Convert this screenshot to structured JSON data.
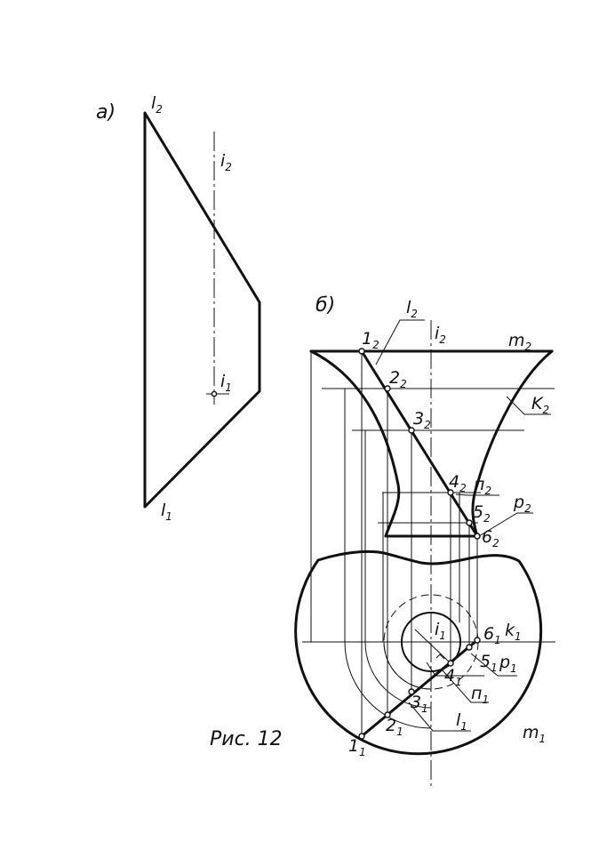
{
  "panel_a": {
    "label": "а)",
    "labels": {
      "l2": {
        "base": "l",
        "sub": "2"
      },
      "l1": {
        "base": "l",
        "sub": "1"
      },
      "i2": {
        "base": "i",
        "sub": "2"
      },
      "i1": {
        "base": "i",
        "sub": "1"
      }
    }
  },
  "panel_b": {
    "label": "б)",
    "labels": {
      "l2": {
        "base": "l",
        "sub": "2"
      },
      "i2": {
        "base": "i",
        "sub": "2"
      },
      "m2": {
        "base": "m",
        "sub": "2"
      },
      "K2": {
        "base": "K",
        "sub": "2"
      },
      "n2": {
        "base": "п",
        "sub": "2"
      },
      "p2": {
        "base": "p",
        "sub": "2"
      },
      "k1": {
        "base": "k",
        "sub": "1"
      },
      "i1": {
        "base": "i",
        "sub": "1"
      },
      "p1": {
        "base": "p",
        "sub": "1"
      },
      "n1": {
        "base": "п",
        "sub": "1"
      },
      "l1": {
        "base": "l",
        "sub": "1"
      },
      "m1": {
        "base": "m",
        "sub": "1"
      }
    },
    "points_front": [
      {
        "base": "1",
        "sub": "2"
      },
      {
        "base": "2",
        "sub": "2"
      },
      {
        "base": "3",
        "sub": "2"
      },
      {
        "base": "4",
        "sub": "2"
      },
      {
        "base": "5",
        "sub": "2"
      },
      {
        "base": "6",
        "sub": "2"
      }
    ],
    "points_top": [
      {
        "base": "1",
        "sub": "1"
      },
      {
        "base": "2",
        "sub": "1"
      },
      {
        "base": "3",
        "sub": "1"
      },
      {
        "base": "4",
        "sub": "1"
      },
      {
        "base": "5",
        "sub": "1"
      },
      {
        "base": "6",
        "sub": "1"
      }
    ]
  },
  "caption": "Рис. 12"
}
